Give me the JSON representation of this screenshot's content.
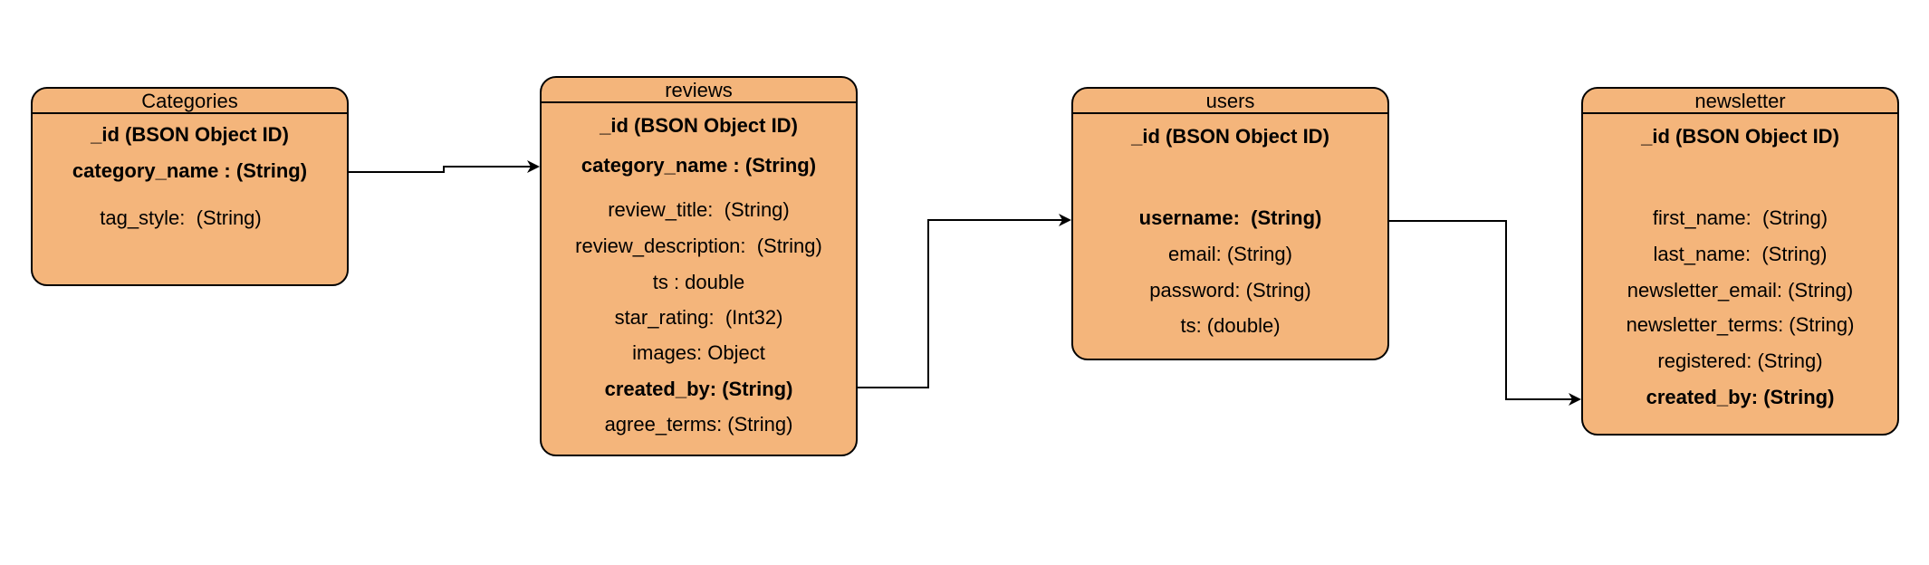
{
  "entities": {
    "categories": {
      "title": "Categories",
      "fields": [
        {
          "text": "_id (BSON Object ID)",
          "bold": true
        },
        {
          "text": "category_name : (String)",
          "bold": true
        },
        {
          "text": "tag_style:  (String)",
          "bold": false
        }
      ]
    },
    "reviews": {
      "title": "reviews",
      "fields": [
        {
          "text": "_id (BSON Object ID)",
          "bold": true
        },
        {
          "text": "category_name : (String)",
          "bold": true
        },
        {
          "text": "review_title:  (String)",
          "bold": false
        },
        {
          "text": "review_description:  (String)",
          "bold": false
        },
        {
          "text": "ts : double",
          "bold": false
        },
        {
          "text": "star_rating:  (Int32)",
          "bold": false
        },
        {
          "text": "images: Object",
          "bold": false
        },
        {
          "text": "created_by: (String)",
          "bold": true
        },
        {
          "text": "agree_terms: (String)",
          "bold": false
        }
      ]
    },
    "users": {
      "title": "users",
      "fields": [
        {
          "text": "_id (BSON Object ID)",
          "bold": true
        },
        {
          "text": "username:  (String)",
          "bold": true
        },
        {
          "text": "email: (String)",
          "bold": false
        },
        {
          "text": "password: (String)",
          "bold": false
        },
        {
          "text": "ts: (double)",
          "bold": false
        }
      ]
    },
    "newsletter": {
      "title": "newsletter",
      "fields": [
        {
          "text": "_id (BSON Object ID)",
          "bold": true
        },
        {
          "text": "first_name:  (String)",
          "bold": false
        },
        {
          "text": "last_name:  (String)",
          "bold": false
        },
        {
          "text": "newsletter_email: (String)",
          "bold": false
        },
        {
          "text": "newsletter_terms: (String)",
          "bold": false
        },
        {
          "text": "registered: (String)",
          "bold": false
        },
        {
          "text": "created_by: (String)",
          "bold": true
        }
      ]
    }
  },
  "connections": [
    {
      "from": "categories",
      "to": "reviews"
    },
    {
      "from": "reviews",
      "to": "users"
    },
    {
      "from": "users",
      "to": "newsletter"
    }
  ]
}
